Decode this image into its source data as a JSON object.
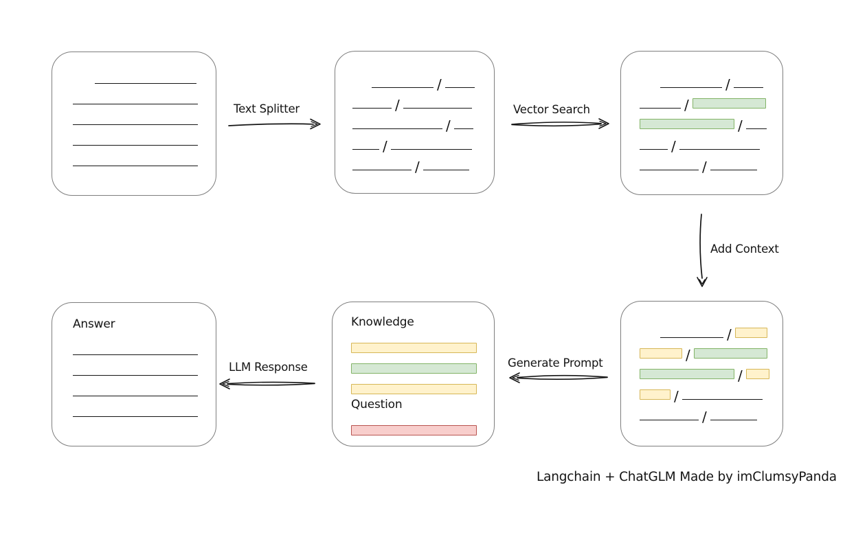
{
  "labels": {
    "text_splitter": "Text Splitter",
    "vector_search": "Vector Search",
    "add_context": "Add Context",
    "generate_prompt": "Generate Prompt",
    "llm_response": "LLM Response",
    "credit": "Langchain + ChatGLM Made by imClumsyPanda"
  },
  "glyphs": {
    "slash": "/"
  },
  "colors": {
    "canvas_bg": "#ffffff",
    "box_stroke": "#7d7d7d",
    "ink": "#141414",
    "green_fill": "#d5e8d4",
    "green_stroke": "#82b366",
    "yellow_fill": "#fff2cc",
    "yellow_stroke": "#d6b656",
    "red_fill": "#f8cecc",
    "red_stroke": "#b85450"
  },
  "boxes": {
    "document": {
      "rows": [
        {
          "indent": 32,
          "segs": [
            [
              "line",
              148
            ]
          ]
        },
        {
          "segs": [
            [
              "line",
              182
            ]
          ]
        },
        {
          "segs": [
            [
              "line",
              182
            ]
          ]
        },
        {
          "segs": [
            [
              "line",
              182
            ]
          ]
        },
        {
          "segs": [
            [
              "line",
              182
            ]
          ]
        }
      ]
    },
    "chunks": {
      "rows": [
        {
          "indent": 28,
          "segs": [
            [
              "line",
              90
            ],
            [
              "line",
              43
            ]
          ]
        },
        {
          "segs": [
            [
              "line",
              57
            ],
            [
              "line",
              100
            ]
          ]
        },
        {
          "segs": [
            [
              "line",
              131
            ],
            [
              "line",
              28
            ]
          ]
        },
        {
          "segs": [
            [
              "line",
              39
            ],
            [
              "line",
              118
            ]
          ]
        },
        {
          "segs": [
            [
              "line",
              86
            ],
            [
              "line",
              67
            ]
          ]
        }
      ]
    },
    "matched": {
      "rows": [
        {
          "indent": 30,
          "segs": [
            [
              "line",
              90
            ],
            [
              "line",
              43
            ]
          ]
        },
        {
          "segs": [
            [
              "line",
              60
            ],
            [
              "green",
              107
            ]
          ]
        },
        {
          "segs": [
            [
              "green",
              138
            ],
            [
              "line",
              30
            ]
          ]
        },
        {
          "segs": [
            [
              "line",
              41
            ],
            [
              "line",
              117
            ]
          ]
        },
        {
          "segs": [
            [
              "line",
              86
            ],
            [
              "line",
              68
            ]
          ]
        }
      ]
    },
    "context": {
      "rows": [
        {
          "indent": 30,
          "segs": [
            [
              "line",
              92
            ],
            [
              "yellow",
              47
            ]
          ]
        },
        {
          "segs": [
            [
              "yellow",
              62
            ],
            [
              "green",
              107
            ]
          ]
        },
        {
          "segs": [
            [
              "green",
              138
            ],
            [
              "yellow",
              34
            ]
          ]
        },
        {
          "segs": [
            [
              "yellow",
              45
            ],
            [
              "line",
              117
            ]
          ]
        },
        {
          "segs": [
            [
              "line",
              86
            ],
            [
              "line",
              68
            ]
          ]
        }
      ]
    },
    "prompt": {
      "rows": [
        {
          "text": "Knowledge"
        },
        {
          "segs": [
            [
              "yellow",
              183
            ]
          ]
        },
        {
          "segs": [
            [
              "green",
              183
            ]
          ]
        },
        {
          "segs": [
            [
              "yellow",
              183
            ]
          ]
        },
        {
          "text": "Question"
        },
        {
          "segs": [
            [
              "red",
              183
            ]
          ]
        }
      ]
    },
    "answer": {
      "rows": [
        {
          "text": "Answer"
        },
        {
          "segs": [
            [
              "line",
              182
            ]
          ]
        },
        {
          "segs": [
            [
              "line",
              182
            ]
          ]
        },
        {
          "segs": [
            [
              "line",
              182
            ]
          ]
        },
        {
          "segs": [
            [
              "line",
              182
            ]
          ]
        }
      ]
    }
  }
}
